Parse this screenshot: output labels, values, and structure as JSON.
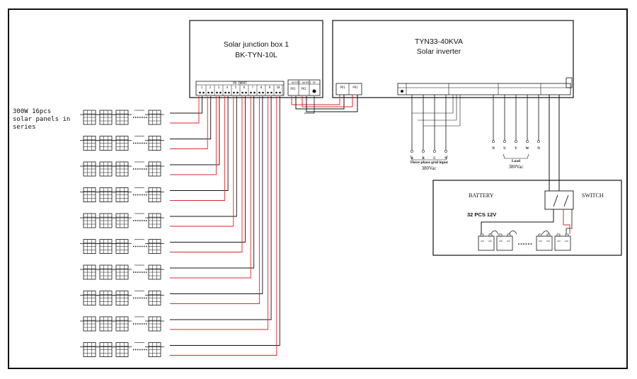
{
  "junction_box": {
    "title": "Solar junction box 1",
    "model": "BK-TYN-10L",
    "pv_input_label": "PV INPUT",
    "terminals": [
      "1",
      "2",
      "3",
      "4",
      "5",
      "6",
      "7",
      "8",
      "9",
      "10"
    ],
    "output_header": "OUTPUT OUTPUT PE",
    "output_terminals": [
      "PV1",
      "PV2"
    ]
  },
  "inverter": {
    "model": "TYN33-40KVA",
    "name": "Solar inverter",
    "pv_terminals": [
      "PV1",
      "PV2"
    ],
    "grid_phases": [
      "A",
      "B",
      "C",
      "N"
    ],
    "load_phases": [
      "N",
      "U",
      "V",
      "W",
      "N"
    ],
    "grid_caption": "Three phase grid input",
    "grid_voltage": "380Vac",
    "load_caption": "Load",
    "load_voltage": "380Vac"
  },
  "solar_array": {
    "label_lines": [
      "300W 16pcs",
      "solar panels in",
      "series"
    ],
    "string_count": 10
  },
  "battery_section": {
    "battery_label": "BATTERY",
    "switch_label": "SWITCH",
    "battery_count": "32 PCS 12V"
  },
  "colors": {
    "line": "#111111",
    "positive_wire": "#e0262b"
  }
}
